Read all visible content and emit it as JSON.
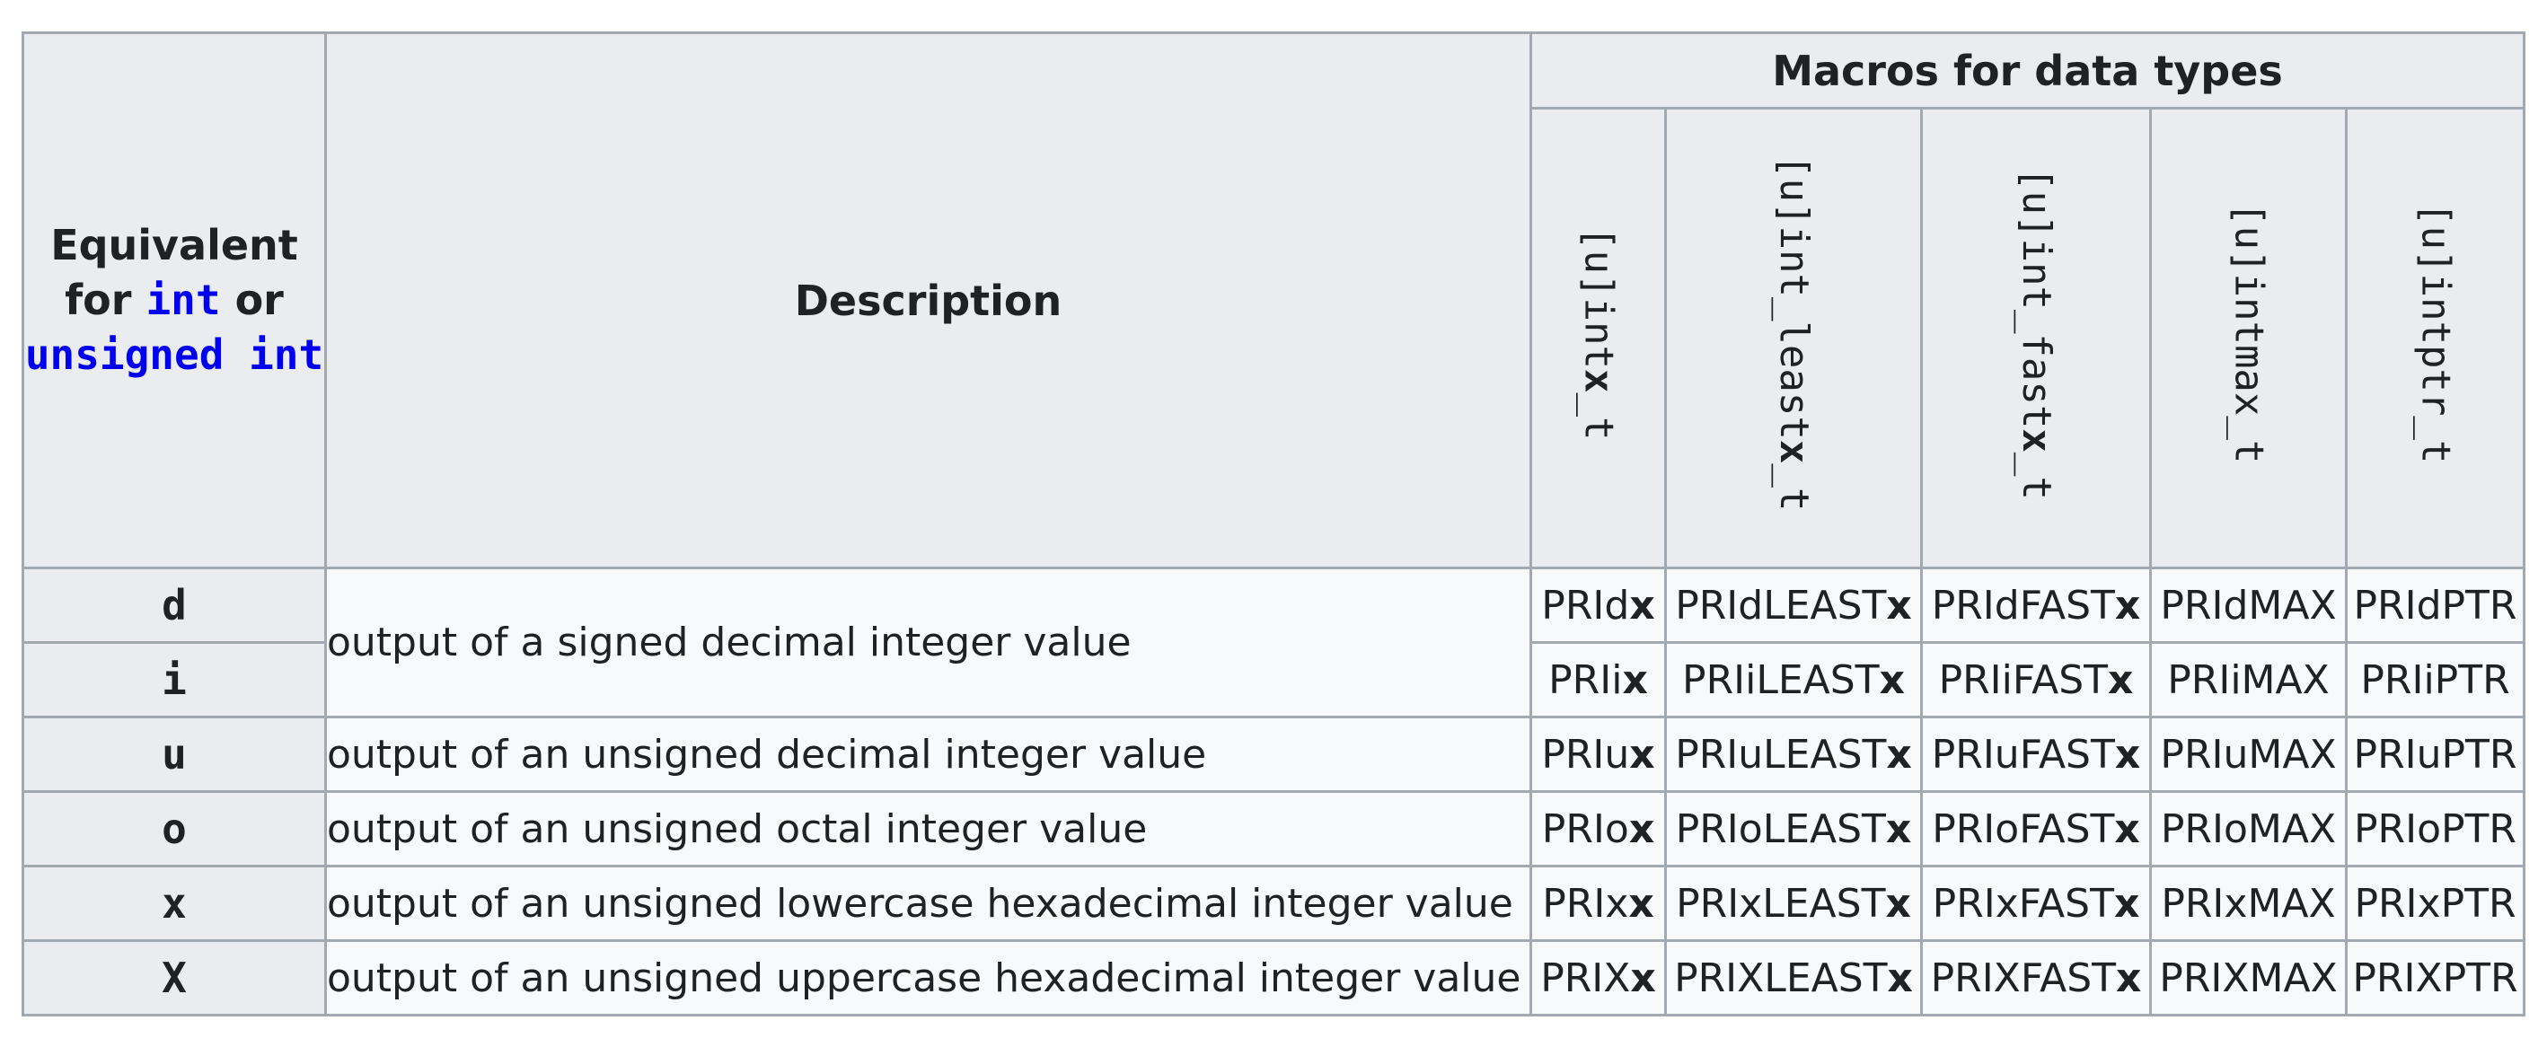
{
  "header": {
    "equivalent": {
      "word1": "Equivalent",
      "word2": "for",
      "kw_int": "int",
      "word_or": "or",
      "kw_unsigned_int": "unsigned int"
    },
    "description": "Description",
    "macros_group": "Macros for data types",
    "type_columns": [
      {
        "pre": "[u]int",
        "bold": "x",
        "post": "_t"
      },
      {
        "pre": "[u]int_least",
        "bold": "x",
        "post": "_t"
      },
      {
        "pre": "[u]int_fast",
        "bold": "x",
        "post": "_t"
      },
      {
        "pre": "[u]intmax_t",
        "bold": "",
        "post": ""
      },
      {
        "pre": "[u]intptr_t",
        "bold": "",
        "post": ""
      }
    ]
  },
  "rows": [
    {
      "spec": "d",
      "description": "output of a signed decimal integer value",
      "macros": [
        {
          "pre": "PRId",
          "bold": "x"
        },
        {
          "pre": "PRIdLEAST",
          "bold": "x"
        },
        {
          "pre": "PRIdFAST",
          "bold": "x"
        },
        {
          "pre": "PRIdMAX",
          "bold": ""
        },
        {
          "pre": "PRIdPTR",
          "bold": ""
        }
      ]
    },
    {
      "spec": "i",
      "description": "",
      "macros": [
        {
          "pre": "PRIi",
          "bold": "x"
        },
        {
          "pre": "PRIiLEAST",
          "bold": "x"
        },
        {
          "pre": "PRIiFAST",
          "bold": "x"
        },
        {
          "pre": "PRIiMAX",
          "bold": ""
        },
        {
          "pre": "PRIiPTR",
          "bold": ""
        }
      ]
    },
    {
      "spec": "u",
      "description": "output of an unsigned decimal integer value",
      "macros": [
        {
          "pre": "PRIu",
          "bold": "x"
        },
        {
          "pre": "PRIuLEAST",
          "bold": "x"
        },
        {
          "pre": "PRIuFAST",
          "bold": "x"
        },
        {
          "pre": "PRIuMAX",
          "bold": ""
        },
        {
          "pre": "PRIuPTR",
          "bold": ""
        }
      ]
    },
    {
      "spec": "o",
      "description": "output of an unsigned octal integer value",
      "macros": [
        {
          "pre": "PRIo",
          "bold": "x"
        },
        {
          "pre": "PRIoLEAST",
          "bold": "x"
        },
        {
          "pre": "PRIoFAST",
          "bold": "x"
        },
        {
          "pre": "PRIoMAX",
          "bold": ""
        },
        {
          "pre": "PRIoPTR",
          "bold": ""
        }
      ]
    },
    {
      "spec": "x",
      "description": "output of an unsigned lowercase hexadecimal integer value",
      "macros": [
        {
          "pre": "PRIx",
          "bold": "x"
        },
        {
          "pre": "PRIxLEAST",
          "bold": "x"
        },
        {
          "pre": "PRIxFAST",
          "bold": "x"
        },
        {
          "pre": "PRIxMAX",
          "bold": ""
        },
        {
          "pre": "PRIxPTR",
          "bold": ""
        }
      ]
    },
    {
      "spec": "X",
      "description": "output of an unsigned uppercase hexadecimal integer value",
      "macros": [
        {
          "pre": "PRIX",
          "bold": "x"
        },
        {
          "pre": "PRIXLEAST",
          "bold": "x"
        },
        {
          "pre": "PRIXFAST",
          "bold": "x"
        },
        {
          "pre": "PRIXMAX",
          "bold": ""
        },
        {
          "pre": "PRIXPTR",
          "bold": ""
        }
      ]
    }
  ],
  "colors": {
    "header_bg": "#eaecf0",
    "cell_bg": "#f8f9fa",
    "border": "#a2a9b1",
    "keyword": "#0000ee",
    "text": "#202122"
  }
}
